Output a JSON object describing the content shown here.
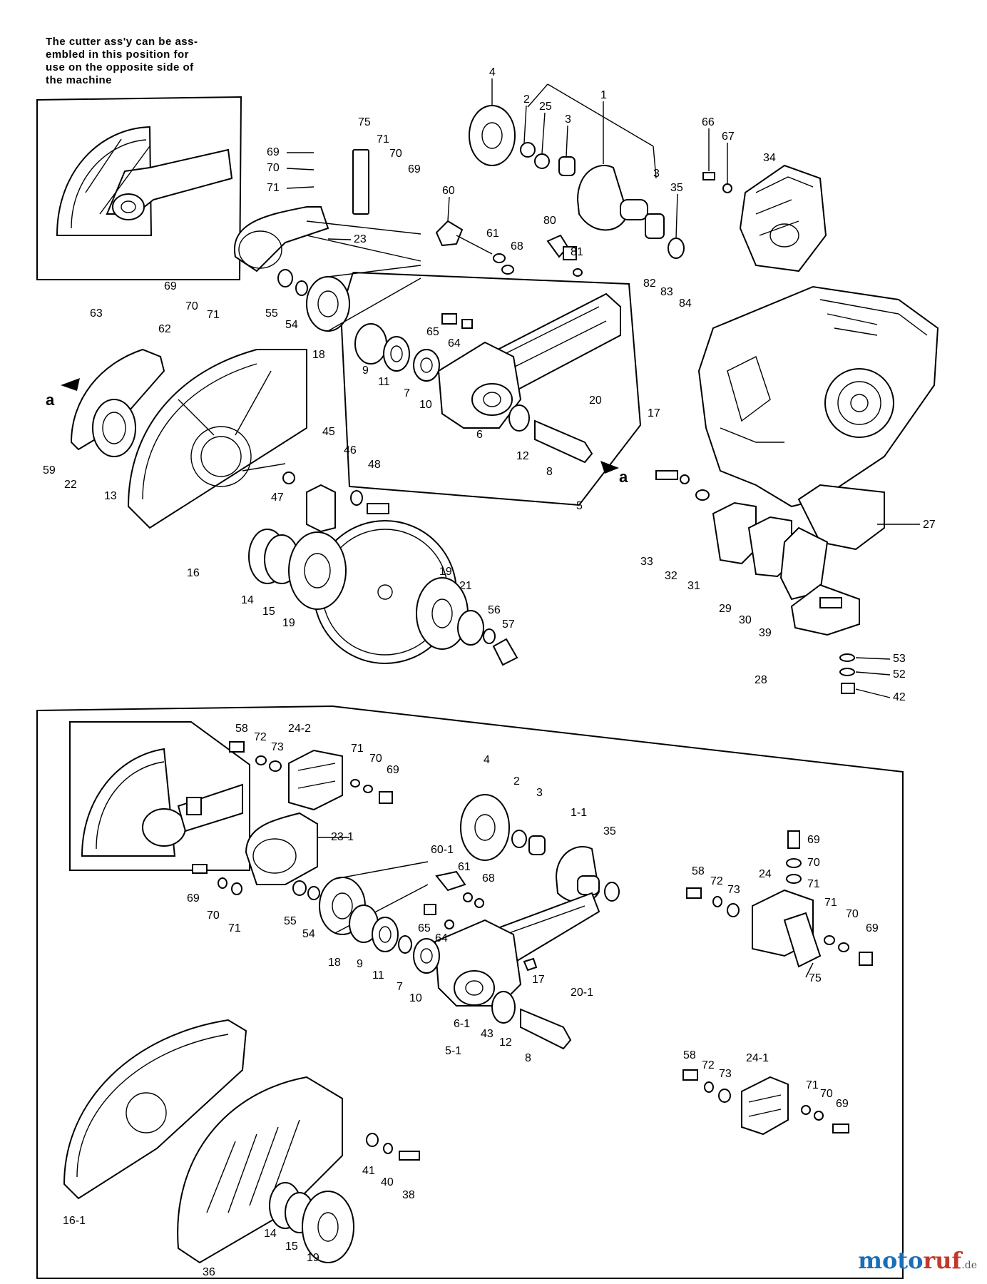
{
  "note": {
    "lines": [
      "The cutter ass'y can be ass-",
      "embled in this position for",
      "use on the opposite side of",
      "the machine"
    ]
  },
  "labels": [
    {
      "id": "l-4-top",
      "text": "4"
    },
    {
      "id": "l-1-top",
      "text": "1"
    },
    {
      "id": "l-2-top",
      "text": "2"
    },
    {
      "id": "l-25",
      "text": "25"
    },
    {
      "id": "l-3a",
      "text": "3"
    },
    {
      "id": "l-3b",
      "text": "3"
    },
    {
      "id": "l-35-top",
      "text": "35"
    },
    {
      "id": "l-66",
      "text": "66"
    },
    {
      "id": "l-67",
      "text": "67"
    },
    {
      "id": "l-34",
      "text": "34"
    },
    {
      "id": "l-75-top",
      "text": "75"
    },
    {
      "id": "l-69-a",
      "text": "69"
    },
    {
      "id": "l-70-a",
      "text": "70"
    },
    {
      "id": "l-71-a",
      "text": "71"
    },
    {
      "id": "l-71-b",
      "text": "71"
    },
    {
      "id": "l-70-b",
      "text": "70"
    },
    {
      "id": "l-69-b",
      "text": "69"
    },
    {
      "id": "l-60",
      "text": "60"
    },
    {
      "id": "l-61-top",
      "text": "61"
    },
    {
      "id": "l-68-top",
      "text": "68"
    },
    {
      "id": "l-80",
      "text": "80"
    },
    {
      "id": "l-81",
      "text": "81"
    },
    {
      "id": "l-23",
      "text": "23"
    },
    {
      "id": "l-69-c",
      "text": "69"
    },
    {
      "id": "l-70-c",
      "text": "70"
    },
    {
      "id": "l-71-c",
      "text": "71"
    },
    {
      "id": "l-55-top",
      "text": "55"
    },
    {
      "id": "l-54-top",
      "text": "54"
    },
    {
      "id": "l-18-top",
      "text": "18"
    },
    {
      "id": "l-82",
      "text": "82"
    },
    {
      "id": "l-83",
      "text": "83"
    },
    {
      "id": "l-84",
      "text": "84"
    },
    {
      "id": "l-63",
      "text": "63"
    },
    {
      "id": "l-62",
      "text": "62"
    },
    {
      "id": "l-a-left",
      "text": "a"
    },
    {
      "id": "l-59",
      "text": "59"
    },
    {
      "id": "l-22",
      "text": "22"
    },
    {
      "id": "l-13",
      "text": "13"
    },
    {
      "id": "l-65-top",
      "text": "65"
    },
    {
      "id": "l-64-top",
      "text": "64"
    },
    {
      "id": "l-9-top",
      "text": "9"
    },
    {
      "id": "l-11-top",
      "text": "11"
    },
    {
      "id": "l-7-top",
      "text": "7"
    },
    {
      "id": "l-10-top",
      "text": "10"
    },
    {
      "id": "l-6-top",
      "text": "6"
    },
    {
      "id": "l-12-top",
      "text": "12"
    },
    {
      "id": "l-8-top",
      "text": "8"
    },
    {
      "id": "l-a-right",
      "text": "a"
    },
    {
      "id": "l-5",
      "text": "5"
    },
    {
      "id": "l-20",
      "text": "20"
    },
    {
      "id": "l-17-top",
      "text": "17"
    },
    {
      "id": "l-45",
      "text": "45"
    },
    {
      "id": "l-46",
      "text": "46"
    },
    {
      "id": "l-48",
      "text": "48"
    },
    {
      "id": "l-47",
      "text": "47"
    },
    {
      "id": "l-16",
      "text": "16"
    },
    {
      "id": "l-14-top",
      "text": "14"
    },
    {
      "id": "l-15-top",
      "text": "15"
    },
    {
      "id": "l-19-a",
      "text": "19"
    },
    {
      "id": "l-19-b",
      "text": "19"
    },
    {
      "id": "l-21",
      "text": "21"
    },
    {
      "id": "l-56",
      "text": "56"
    },
    {
      "id": "l-57",
      "text": "57"
    },
    {
      "id": "l-27",
      "text": "27"
    },
    {
      "id": "l-33",
      "text": "33"
    },
    {
      "id": "l-32",
      "text": "32"
    },
    {
      "id": "l-31",
      "text": "31"
    },
    {
      "id": "l-29",
      "text": "29"
    },
    {
      "id": "l-30",
      "text": "30"
    },
    {
      "id": "l-39",
      "text": "39"
    },
    {
      "id": "l-28",
      "text": "28"
    },
    {
      "id": "l-53",
      "text": "53"
    },
    {
      "id": "l-52",
      "text": "52"
    },
    {
      "id": "l-42",
      "text": "42"
    },
    {
      "id": "l-58-a",
      "text": "58"
    },
    {
      "id": "l-72-a",
      "text": "72"
    },
    {
      "id": "l-73-a",
      "text": "73"
    },
    {
      "id": "l-24-2",
      "text": "24-2"
    },
    {
      "id": "l-71-d",
      "text": "71"
    },
    {
      "id": "l-70-d",
      "text": "70"
    },
    {
      "id": "l-69-d",
      "text": "69"
    },
    {
      "id": "l-4-bot",
      "text": "4"
    },
    {
      "id": "l-2-bot",
      "text": "2"
    },
    {
      "id": "l-3-bot",
      "text": "3"
    },
    {
      "id": "l-1-1",
      "text": "1-1"
    },
    {
      "id": "l-35-bot",
      "text": "35"
    },
    {
      "id": "l-23-1",
      "text": "23-1"
    },
    {
      "id": "l-60-1",
      "text": "60-1"
    },
    {
      "id": "l-61-bot",
      "text": "61"
    },
    {
      "id": "l-68-bot",
      "text": "68"
    },
    {
      "id": "l-69-e",
      "text": "69"
    },
    {
      "id": "l-70-e",
      "text": "70"
    },
    {
      "id": "l-71-e",
      "text": "71"
    },
    {
      "id": "l-55-bot",
      "text": "55"
    },
    {
      "id": "l-54-bot",
      "text": "54"
    },
    {
      "id": "l-18-bot",
      "text": "18"
    },
    {
      "id": "l-65-bot",
      "text": "65"
    },
    {
      "id": "l-64-bot",
      "text": "64"
    },
    {
      "id": "l-9-bot",
      "text": "9"
    },
    {
      "id": "l-11-bot",
      "text": "11"
    },
    {
      "id": "l-7-bot",
      "text": "7"
    },
    {
      "id": "l-10-bot",
      "text": "10"
    },
    {
      "id": "l-17-bot",
      "text": "17"
    },
    {
      "id": "l-20-1",
      "text": "20-1"
    },
    {
      "id": "l-6-1",
      "text": "6-1"
    },
    {
      "id": "l-43",
      "text": "43"
    },
    {
      "id": "l-12-bot",
      "text": "12"
    },
    {
      "id": "l-5-1",
      "text": "5-1"
    },
    {
      "id": "l-8-bot",
      "text": "8"
    },
    {
      "id": "l-69-f",
      "text": "69"
    },
    {
      "id": "l-70-f",
      "text": "70"
    },
    {
      "id": "l-71-f",
      "text": "71"
    },
    {
      "id": "l-58-b",
      "text": "58"
    },
    {
      "id": "l-72-b",
      "text": "72"
    },
    {
      "id": "l-73-b",
      "text": "73"
    },
    {
      "id": "l-24",
      "text": "24"
    },
    {
      "id": "l-71-g",
      "text": "71"
    },
    {
      "id": "l-70-g",
      "text": "70"
    },
    {
      "id": "l-69-g",
      "text": "69"
    },
    {
      "id": "l-75-bot",
      "text": "75"
    },
    {
      "id": "l-41",
      "text": "41"
    },
    {
      "id": "l-40",
      "text": "40"
    },
    {
      "id": "l-38",
      "text": "38"
    },
    {
      "id": "l-58-c",
      "text": "58"
    },
    {
      "id": "l-72-c",
      "text": "72"
    },
    {
      "id": "l-73-c",
      "text": "73"
    },
    {
      "id": "l-24-1",
      "text": "24-1"
    },
    {
      "id": "l-71-h",
      "text": "71"
    },
    {
      "id": "l-70-h",
      "text": "70"
    },
    {
      "id": "l-69-h",
      "text": "69"
    },
    {
      "id": "l-16-1",
      "text": "16-1"
    },
    {
      "id": "l-14-bot",
      "text": "14"
    },
    {
      "id": "l-15-bot",
      "text": "15"
    },
    {
      "id": "l-19-bot",
      "text": "19"
    },
    {
      "id": "l-36",
      "text": "36"
    }
  ],
  "watermark": {
    "brand_a": "moto",
    "brand_b": "ruf",
    "tld": ".de"
  },
  "colors": {
    "ink": "#000000",
    "paper": "#ffffff",
    "brand_blue": "#1a6fb5",
    "brand_red": "#c0392b"
  }
}
